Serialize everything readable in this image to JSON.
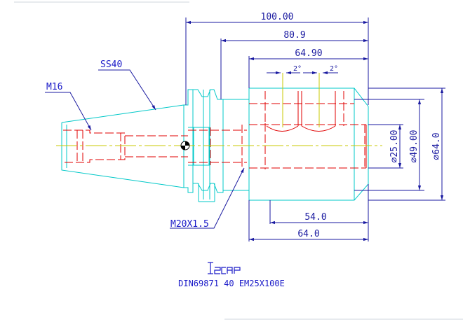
{
  "dimensions": {
    "overall_length": "100.00",
    "length_80": "80.9",
    "length_64_90": "64.90",
    "angle_left": "2°",
    "angle_right": "2°",
    "bore_dia": "⌀25.00",
    "body_dia": "⌀49.00",
    "flange_dia": "⌀64.0",
    "length_54": "54.0",
    "length_64": "64.0"
  },
  "labels": {
    "taper": "SS40",
    "thread_rear": "M16",
    "thread_front": "M20X1.5"
  },
  "logo": {
    "text": "iscar"
  },
  "caption": "DIN69871 40 EM25X100E",
  "colors": {
    "outline": "#00c8c8",
    "hidden": "#e00000",
    "dimension": "#1a1aa0",
    "center": "#c8c800"
  }
}
